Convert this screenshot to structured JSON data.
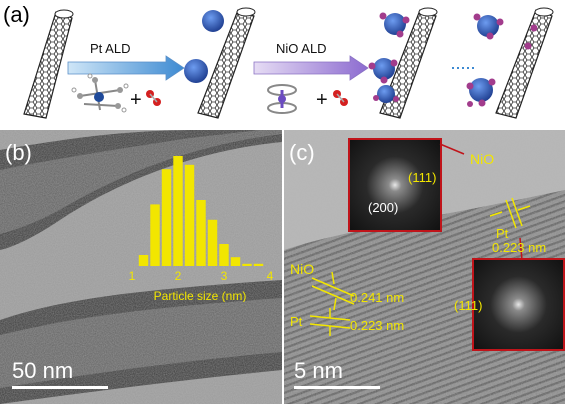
{
  "figure": {
    "panel_a": {
      "letter": "(a)",
      "step1_label": "Pt ALD",
      "step2_label": "NiO ALD",
      "plus": "+"
    },
    "panel_b": {
      "letter": "(b)",
      "scale_bar": "50 nm"
    },
    "panel_c": {
      "letter": "(c)",
      "scale_bar": "5 nm",
      "inset_top_index": "(200)",
      "label_111_top": "(111)",
      "label_nio_top": "NiO",
      "label_pt_right": "Pt",
      "label_d_pt_right": "0.223 nm",
      "label_nio_left": "NiO",
      "label_d_nio_left": "0.241 nm",
      "label_pt_left": "Pt",
      "label_d_pt_left": "0.223 nm",
      "label_111_bottom": "(111)"
    },
    "colors": {
      "bar": "#f2e600",
      "label": "#f2e600",
      "frame": "#c0141a",
      "pt": "#2a4fb0",
      "nio": "#a23c8c",
      "oxygen": "#d42020"
    }
  },
  "chart_data": {
    "type": "bar",
    "title": "",
    "xlabel": "Particle size (nm)",
    "ylabel": "",
    "x_ticks": [
      "1",
      "2",
      "3",
      "4"
    ],
    "xlim": [
      1,
      4
    ],
    "bins": [
      1.25,
      1.5,
      1.75,
      2.0,
      2.25,
      2.5,
      2.75,
      3.0,
      3.25,
      3.5,
      3.75
    ],
    "values": [
      5,
      28,
      44,
      50,
      46,
      30,
      21,
      10,
      4,
      1,
      1
    ],
    "ylim": [
      0,
      50
    ],
    "grid": false
  }
}
